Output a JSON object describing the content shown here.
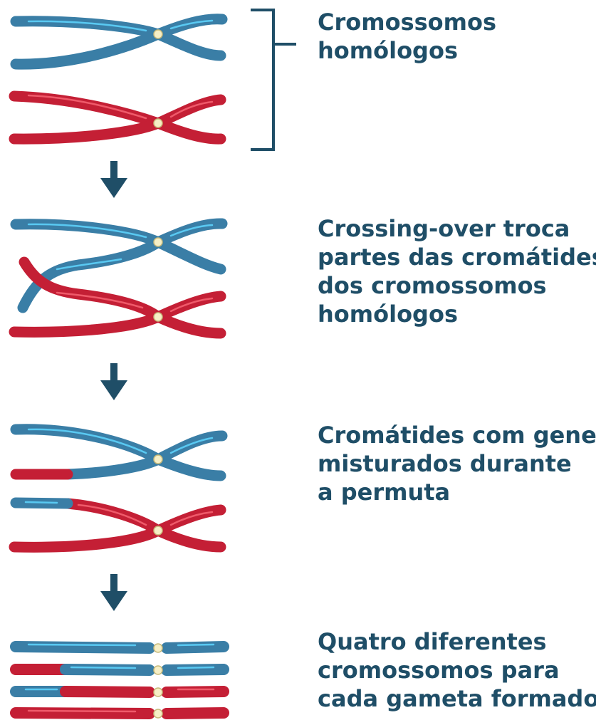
{
  "steps": [
    {
      "caption_lines": [
        "Cromossomos",
        "homólogos"
      ]
    },
    {
      "caption_lines": [
        "Crossing-over troca",
        "partes das cromátides",
        "dos cromossomos",
        "homólogos"
      ]
    },
    {
      "caption_lines": [
        "Cromátides com genes",
        "misturados durante",
        "a permuta"
      ]
    },
    {
      "caption_lines": [
        "Quatro diferentes",
        "cromossomos para",
        "cada gameta formado"
      ]
    }
  ],
  "colors": {
    "paternal": "#3a7ea6",
    "maternal": "#c41f35",
    "text": "#1f4e67",
    "arrow": "#1f4e67",
    "centromere": "#f6efc6"
  },
  "icons": {
    "arrow": "down-arrow-icon",
    "bracket": "bracket-icon"
  }
}
